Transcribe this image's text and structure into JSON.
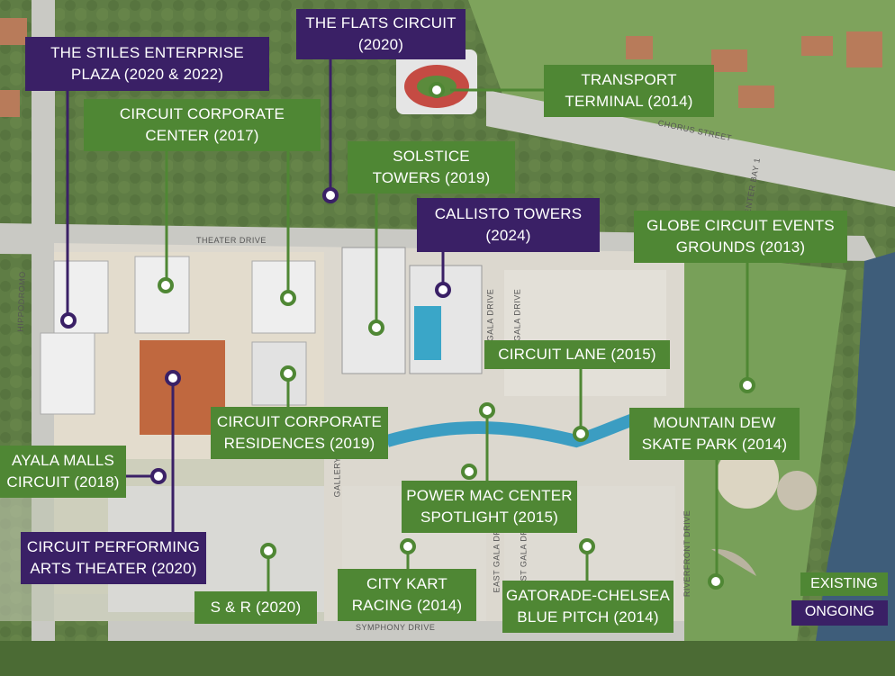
{
  "colors": {
    "existing": "#4f8734",
    "ongoing": "#3a2066",
    "water": "#3e5d7a",
    "park": "#5d8a3e"
  },
  "labels": {
    "stiles": [
      "THE STILES ENTERPRISE",
      "PLAZA (2020 & 2022)"
    ],
    "flats": [
      "THE FLATS CIRCUIT",
      "(2020)"
    ],
    "transport": [
      "TRANSPORT",
      "TERMINAL (2014)"
    ],
    "corporate_center": [
      "CIRCUIT CORPORATE",
      "CENTER (2017)"
    ],
    "solstice": [
      "SOLSTICE",
      "TOWERS (2019)"
    ],
    "callisto": [
      "CALLISTO TOWERS",
      "(2024)"
    ],
    "globe": [
      "GLOBE CIRCUIT EVENTS",
      "GROUNDS (2013)"
    ],
    "circuit_lane": [
      "CIRCUIT LANE (2015)"
    ],
    "corporate_res": [
      "CIRCUIT CORPORATE",
      "RESIDENCES (2019)"
    ],
    "mountain_dew": [
      "MOUNTAIN DEW",
      "SKATE PARK (2014)"
    ],
    "ayala": [
      "AYALA MALLS",
      "CIRCUIT (2018)"
    ],
    "power_mac": [
      "POWER MAC CENTER",
      "SPOTLIGHT (2015)"
    ],
    "performing": [
      "CIRCUIT PERFORMING",
      "ARTS THEATER (2020)"
    ],
    "snr": [
      "S & R (2020)"
    ],
    "city_kart": [
      "CITY KART",
      "RACING (2014)"
    ],
    "gatorade": [
      "GATORADE-CHELSEA",
      "BLUE PITCH (2014)"
    ]
  },
  "legend": {
    "existing": "EXISTING",
    "ongoing": "ONGOING"
  },
  "streets": {
    "theater": "THEATER DRIVE",
    "chorus": "CHORUS STREET",
    "hippodromo": "HIPPODROMO",
    "gala": "GALA DRIVE",
    "east_gala": "EAST GALA DRIVE",
    "symphony": "SYMPHONY DRIVE",
    "riverfront": "RIVERFRONT DRIVE",
    "gallery": "GALLERY",
    "center_bay": "CENTER BAY 1"
  }
}
